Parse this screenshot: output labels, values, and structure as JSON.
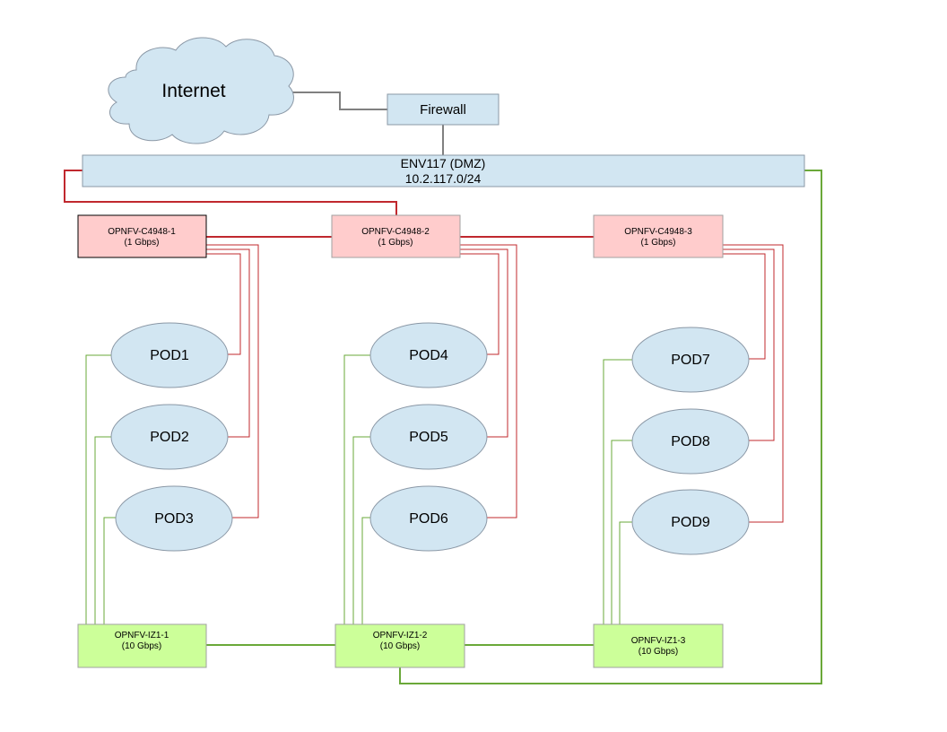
{
  "internet": {
    "label": "Internet"
  },
  "firewall": {
    "label": "Firewall"
  },
  "dmz": {
    "line1": "ENV117 (DMZ)",
    "line2": "10.2.117.0/24"
  },
  "c4948": [
    {
      "name": "OPNFV-C4948-1",
      "speed": "(1 Gbps)"
    },
    {
      "name": "OPNFV-C4948-2",
      "speed": "(1 Gbps)"
    },
    {
      "name": "OPNFV-C4948-3",
      "speed": "(1 Gbps)"
    }
  ],
  "iz1": [
    {
      "name": "OPNFV-IZ1-1",
      "speed": "(10 Gbps)"
    },
    {
      "name": "OPNFV-IZ1-2",
      "speed": "(10 Gbps)"
    },
    {
      "name": "OPNFV-IZ1-3",
      "speed": "(10 Gbps)"
    }
  ],
  "pods": [
    "POD1",
    "POD2",
    "POD3",
    "POD4",
    "POD5",
    "POD6",
    "POD7",
    "POD8",
    "POD9"
  ],
  "colors": {
    "switch_fill": "#ffcccc",
    "iz_fill": "#ccff99",
    "blue_fill": "#d2e6f2",
    "red_link": "#c0282e",
    "green_link": "#6aa839",
    "gray_link": "#808080"
  }
}
